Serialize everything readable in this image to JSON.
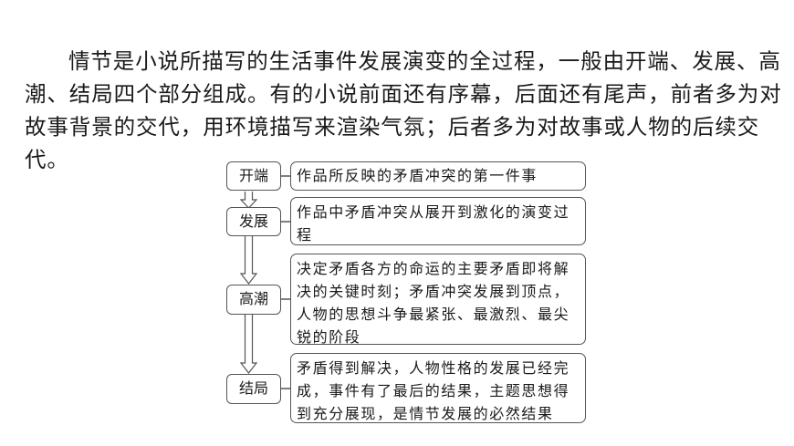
{
  "intro_paragraph": "情节是小说所描写的生活事件发展演变的全过程，一般由开端、发展、高潮、结局四个部分组成。有的小说前面还有序幕，后面还有尾声，前者多为对故事背景的交代，用环境描写来渲染气氛；后者多为对故事或人物的后续交代。",
  "stages": [
    {
      "label": "开端",
      "description": "作品所反映的矛盾冲突的第一件事"
    },
    {
      "label": "发展",
      "description": "作品中矛盾冲突从展开到激化的演变过程"
    },
    {
      "label": "高潮",
      "description": "决定矛盾各方的命运的主要矛盾即将解决的关键时刻；矛盾冲突发展到顶点，人物的思想斗争最紧张、最激烈、最尖锐的阶段"
    },
    {
      "label": "结局",
      "description": "矛盾得到解决，人物性格的发展已经完成，事件有了最后的结果，主题思想得到充分展现，是情节发展的必然结果"
    }
  ]
}
